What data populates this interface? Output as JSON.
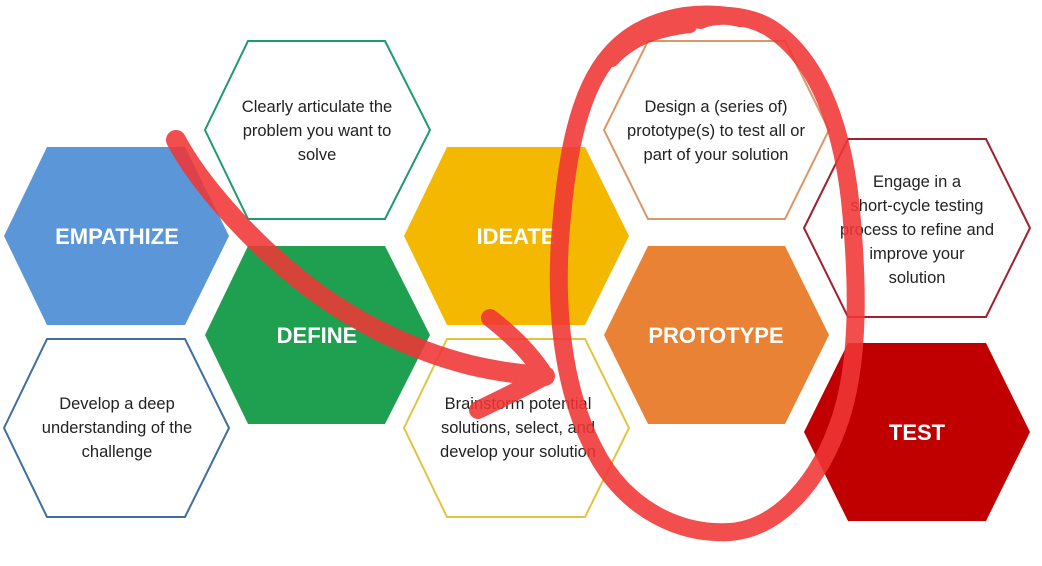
{
  "stages": [
    {
      "id": "empathize",
      "label": "EMPATHIZE",
      "color": "#5B96D8",
      "description": "Develop a deep\nunderstanding of the\nchallenge"
    },
    {
      "id": "define",
      "label": "DEFINE",
      "color": "#1FA050",
      "description": "Clearly articulate the\nproblem you want to\nsolve"
    },
    {
      "id": "ideate",
      "label": "IDEATE",
      "color": "#F5B800",
      "description": "Brainstorm potential\nsolutions, select, and\ndevelop your solution"
    },
    {
      "id": "prototype",
      "label": "PROTOTYPE",
      "color": "#E98235",
      "description": "Design a (series of)\nprototype(s) to test all or\npart of your solution"
    },
    {
      "id": "test",
      "label": "TEST",
      "color": "#C00000",
      "description": "Engage in a\nshort-cycle testing\nprocess to refine and\nimprove your\nsolution"
    }
  ],
  "outline_colors": {
    "empathize": "#3E6F9F",
    "define": "#1E9A72",
    "ideate": "#E2C441",
    "prototype": "#D99868",
    "test": "#A0202E"
  },
  "annotation": {
    "color": "#F03535",
    "shapes": [
      "arrow",
      "loop"
    ]
  }
}
